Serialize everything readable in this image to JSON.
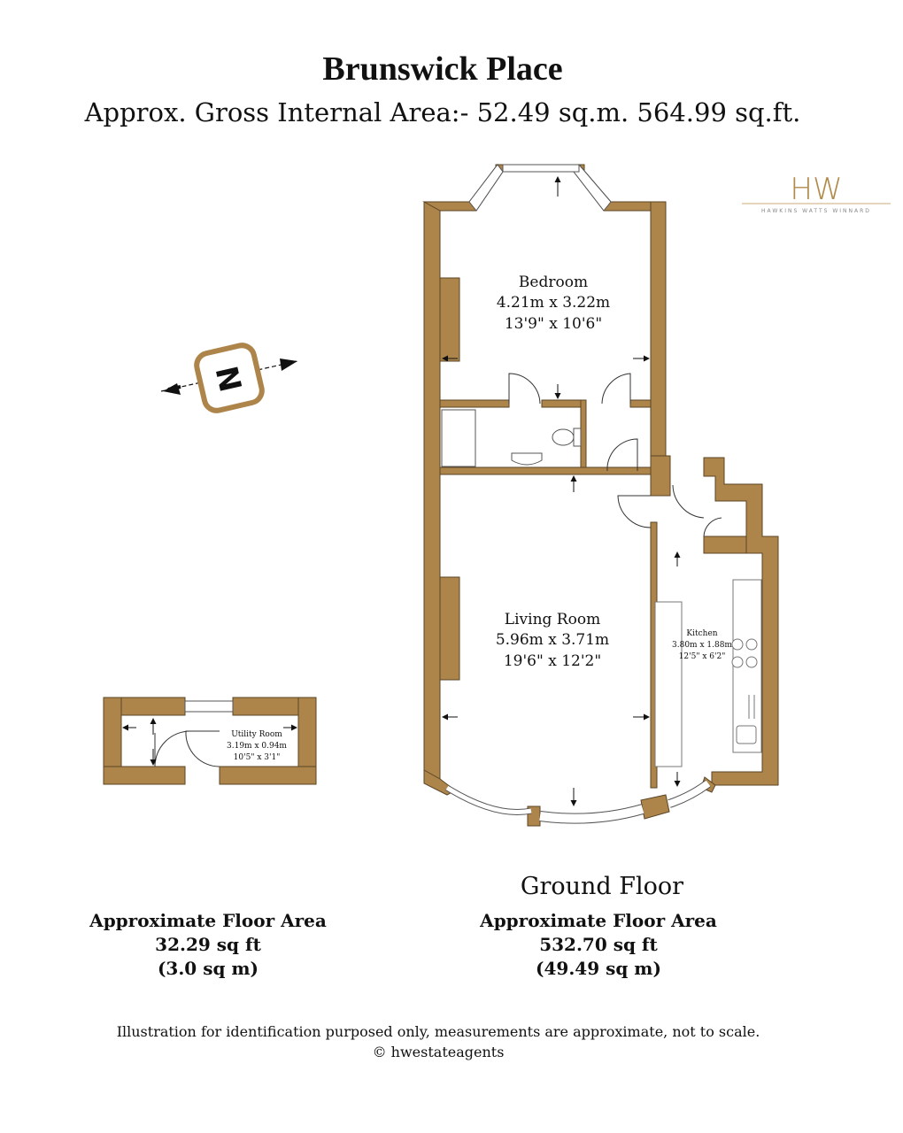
{
  "header": {
    "title": "Brunswick Place",
    "subtitle": "Approx. Gross Internal Area:- 52.49 sq.m. 564.99 sq.ft."
  },
  "logo": {
    "monogram": "HW",
    "tagline": "HAWKINS WATTS WINNARD",
    "color": "#b08a4a"
  },
  "compass": {
    "letter": "N",
    "icon": "north-arrow-icon"
  },
  "rooms": {
    "bedroom": {
      "name": "Bedroom",
      "metric": "4.21m x 3.22m",
      "imperial": "13'9\" x 10'6\""
    },
    "living_room": {
      "name": "Living Room",
      "metric": "5.96m x 3.71m",
      "imperial": "19'6\" x 12'2\""
    },
    "kitchen": {
      "name": "Kitchen",
      "metric": "3.80m x 1.88m",
      "imperial": "12'5\" x 6'2\""
    },
    "utility_room": {
      "name": "Utility Room",
      "metric": "3.19m x 0.94m",
      "imperial": "10'5\" x 3'1\""
    }
  },
  "floors": {
    "ground_floor_label": "Ground Floor",
    "utility": {
      "heading": "Approximate Floor Area",
      "sqft": "32.29 sq ft",
      "sqm": "(3.0 sq m)"
    },
    "ground": {
      "heading": "Approximate Floor Area",
      "sqft": "532.70 sq ft",
      "sqm": "(49.49 sq m)"
    }
  },
  "footer": {
    "disclaimer": "Illustration for identification purposed only, measurements are approximate, not to scale.",
    "copyright": "© hwestateagents"
  },
  "colors": {
    "wall": "#ad854a",
    "wall_outline": "#5b4526"
  }
}
